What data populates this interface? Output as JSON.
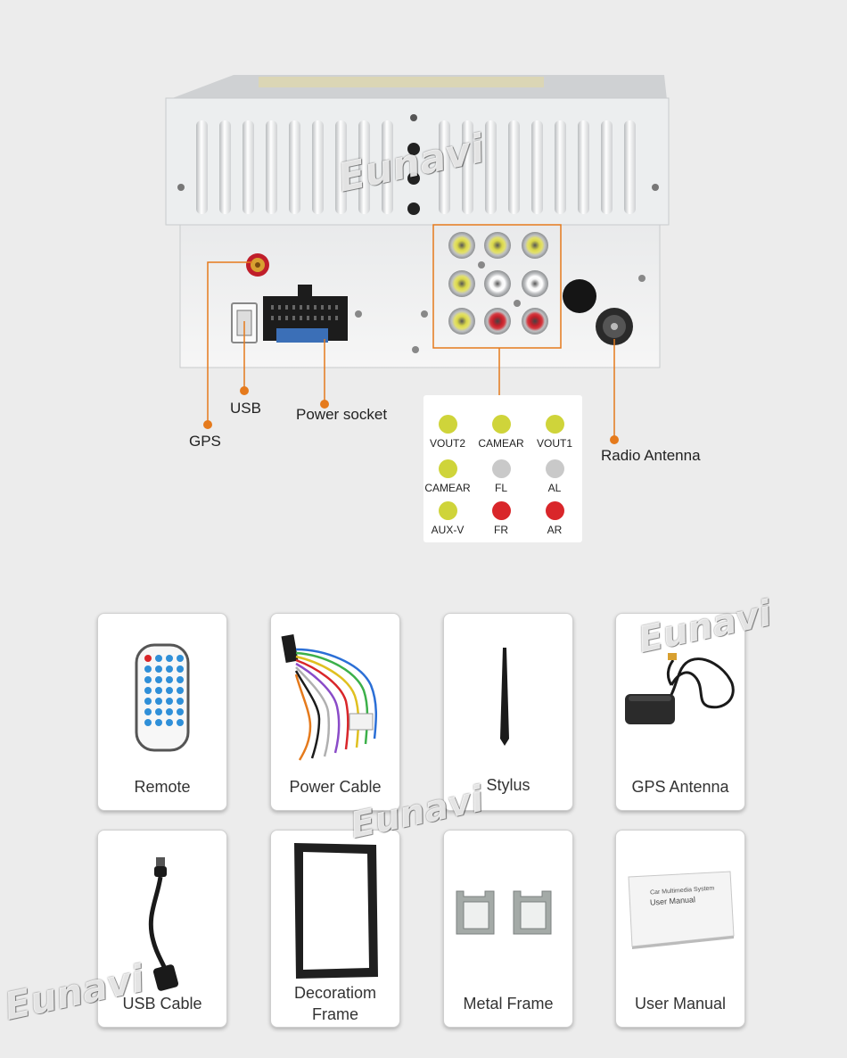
{
  "watermark": "Eunavi",
  "callouts": {
    "gps": "GPS",
    "usb": "USB",
    "power_socket": "Power socket",
    "radio_antenna": "Radio Antenna"
  },
  "legend": [
    {
      "label": "VOUT2",
      "color": "#cfd43a"
    },
    {
      "label": "CAMEAR",
      "color": "#cfd43a"
    },
    {
      "label": "VOUT1",
      "color": "#cfd43a"
    },
    {
      "label": "CAMEAR",
      "color": "#cfd43a"
    },
    {
      "label": "FL",
      "color": "#c9c9c9"
    },
    {
      "label": "AL",
      "color": "#c9c9c9"
    },
    {
      "label": "AUX-V",
      "color": "#cfd43a"
    },
    {
      "label": "FR",
      "color": "#d9262a"
    },
    {
      "label": "AR",
      "color": "#d9262a"
    }
  ],
  "accessories": [
    {
      "label": "Remote",
      "icon": "remote-control-icon"
    },
    {
      "label": "Power Cable",
      "icon": "power-cable-icon"
    },
    {
      "label": "Stylus",
      "icon": "stylus-icon"
    },
    {
      "label": "GPS Antenna",
      "icon": "gps-antenna-icon"
    },
    {
      "label": "USB Cable",
      "icon": "usb-cable-icon"
    },
    {
      "label": "Decoratiom Frame",
      "icon": "decoration-frame-icon"
    },
    {
      "label": "Metal Frame",
      "icon": "metal-frame-icon"
    },
    {
      "label": "User Manual",
      "icon": "user-manual-icon"
    }
  ],
  "manual_text": {
    "line1": "Car Multimedia System",
    "line2": "User Manual"
  },
  "colors": {
    "callout_orange": "#e57a1c",
    "remote_buttons": "#2f8fd8",
    "frame_dark": "#1f1f1f"
  }
}
